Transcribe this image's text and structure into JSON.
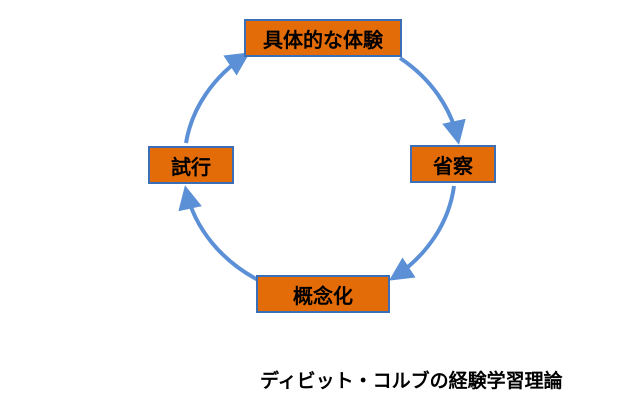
{
  "diagram": {
    "stages": {
      "top": "具体的な体験",
      "right": "省察",
      "bottom": "概念化",
      "left": "試行"
    },
    "caption": "ディビット・コルブの経験学習理論",
    "colors": {
      "box_fill": "#e36c09",
      "box_border": "#3a6fb7",
      "arrow": "#5b8fd6"
    }
  }
}
